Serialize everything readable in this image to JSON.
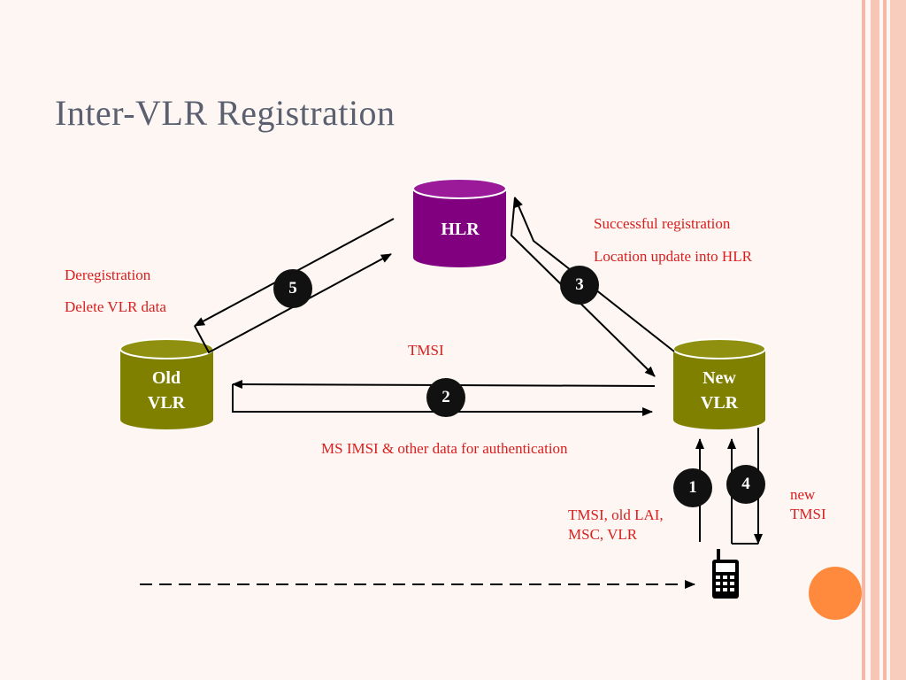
{
  "slide": {
    "title": "Inter-VLR Registration",
    "accent_color": "#ff8a3d"
  },
  "nodes": {
    "hlr": {
      "label": "HLR",
      "color": "#7a007a"
    },
    "old_vlr": {
      "label_line1": "Old",
      "label_line2": "VLR",
      "color": "#7f7f00"
    },
    "new_vlr": {
      "label_line1": "New",
      "label_line2": "VLR",
      "color": "#7f7f00"
    },
    "mobile_station": {
      "icon": "mobile-phone-icon"
    }
  },
  "steps": [
    {
      "number": "1"
    },
    {
      "number": "2"
    },
    {
      "number": "3"
    },
    {
      "number": "4"
    },
    {
      "number": "5"
    }
  ],
  "annotations": {
    "successful_registration": "Successful registration",
    "location_update": "Location update into HLR",
    "deregistration": "Deregistration",
    "delete_vlr_data": "Delete VLR data",
    "tmsi": "TMSI",
    "ms_imsi": "MS IMSI & other data for authentication",
    "tmsi_old_lai_line1": "TMSI, old LAI,",
    "tmsi_old_lai_line2": "MSC, VLR",
    "new_tmsi_line1": "new",
    "new_tmsi_line2": "TMSI"
  }
}
